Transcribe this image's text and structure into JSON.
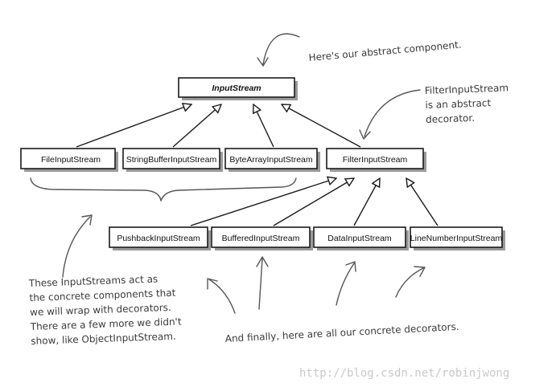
{
  "classes": {
    "input_stream": "InputStream",
    "file_input_stream": "FileInputStream",
    "string_buffer_input_stream": "StringBufferInputStream",
    "byte_array_input_stream": "ByteArrayInputStream",
    "filter_input_stream": "FilterInputStream",
    "pushback_input_stream": "PushbackInputStream",
    "buffered_input_stream": "BufferedInputStream",
    "data_input_stream": "DataInputStream",
    "line_number_input_stream": "LineNumberInputStream"
  },
  "notes": {
    "abstract_component": [
      "Here's our abstract component."
    ],
    "abstract_decorator": [
      "FilterInputStream",
      "is an abstract",
      "decorator."
    ],
    "concrete_components": [
      "These InputStreams act as",
      "the concrete components that",
      "we will wrap with decorators.",
      "There are a few more we didn't",
      "show, like ObjectInputStream."
    ],
    "concrete_decorators": [
      "And finally, here are all our concrete decorators."
    ]
  },
  "watermark": "http://blog.csdn.net/robinjwong",
  "colors": {
    "box_stroke": "#1a1a1a",
    "shadow": "#9a9a9a",
    "handwriting": "#3a3a3a",
    "watermark": "#c9c9c9"
  }
}
